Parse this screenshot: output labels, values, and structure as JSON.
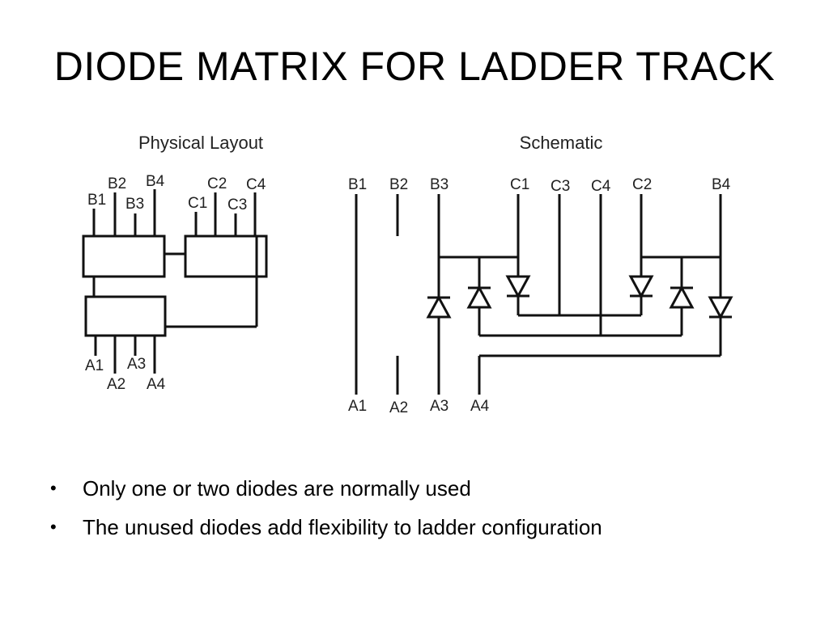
{
  "slide": {
    "title": "DIODE MATRIX FOR LADDER TRACK",
    "bullets": [
      "Only one or two diodes are normally used",
      "The unused diodes add flexibility to ladder configuration"
    ]
  },
  "physical_layout": {
    "heading": "Physical Layout",
    "labels": [
      "B1",
      "B2",
      "B3",
      "B4",
      "C1",
      "C2",
      "C3",
      "C4",
      "A1",
      "A2",
      "A3",
      "A4"
    ]
  },
  "schematic": {
    "heading": "Schematic",
    "top_labels": [
      "B1",
      "B2",
      "B3",
      "C1",
      "C3",
      "C4",
      "C2",
      "B4"
    ],
    "bottom_labels": [
      "A1",
      "A2",
      "A3",
      "A4"
    ]
  }
}
